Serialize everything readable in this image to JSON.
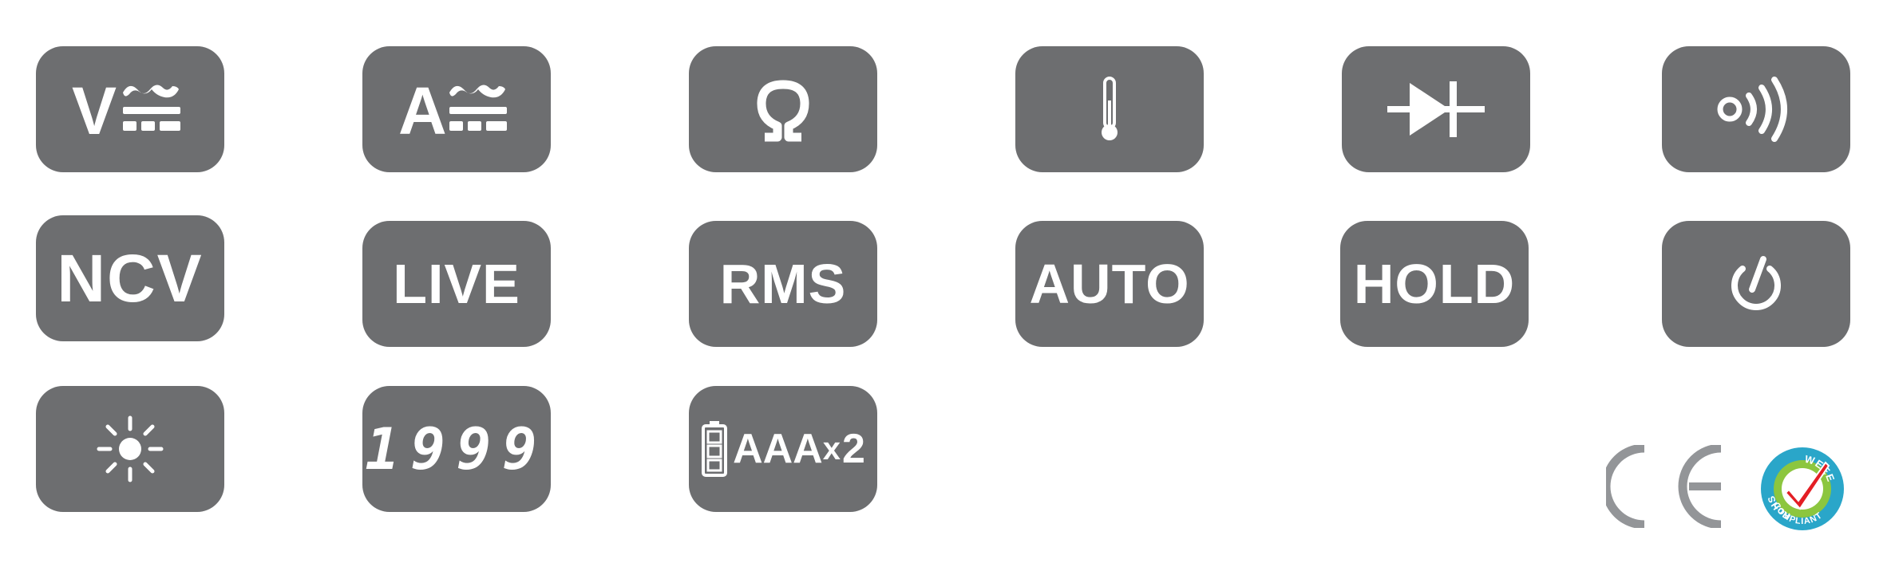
{
  "icons": [
    {
      "name": "ac-dc-voltage-icon",
      "letter": "V"
    },
    {
      "name": "ac-dc-current-icon",
      "letter": "A"
    },
    {
      "name": "resistance-ohm-icon"
    },
    {
      "name": "temperature-thermometer-icon"
    },
    {
      "name": "diode-test-icon"
    },
    {
      "name": "continuity-buzzer-icon"
    },
    {
      "name": "ncv-icon",
      "text": "NCV"
    },
    {
      "name": "live-icon",
      "text": "LIVE"
    },
    {
      "name": "rms-icon",
      "text": "RMS"
    },
    {
      "name": "auto-icon",
      "text": "AUTO"
    },
    {
      "name": "hold-icon",
      "text": "HOLD"
    },
    {
      "name": "auto-power-off-icon"
    },
    {
      "name": "backlight-icon"
    },
    {
      "name": "display-count-icon",
      "text": "1999"
    },
    {
      "name": "battery-icon",
      "text": "AAA",
      "suffix": "x",
      "count": "2"
    }
  ],
  "certifications": [
    {
      "name": "ce-mark-icon"
    },
    {
      "name": "rohs-weee-compliant-icon",
      "top_text": "WEEE",
      "left_text": "RoHS",
      "bottom_text": "COMPLIANT"
    }
  ],
  "colors": {
    "tile": "#6d6e70",
    "glyph": "#ffffff",
    "ce": "#939598",
    "badge_blue": "#2aa6c9",
    "badge_green": "#8cc63f",
    "check_red": "#e31e24"
  }
}
